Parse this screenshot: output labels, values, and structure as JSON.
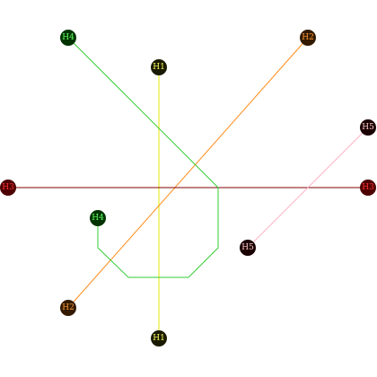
{
  "nodes": [
    {
      "id": "h1-top",
      "label": "H1",
      "fill": "#1a1a00",
      "text_color": "#ffff66"
    },
    {
      "id": "h1-bottom",
      "label": "H1",
      "fill": "#1a1a00",
      "text_color": "#ffff66"
    },
    {
      "id": "h2-top",
      "label": "H2",
      "fill": "#331a00",
      "text_color": "#ff9933"
    },
    {
      "id": "h2-bottom",
      "label": "H2",
      "fill": "#331a00",
      "text_color": "#ff9933"
    },
    {
      "id": "h3-left",
      "label": "H3",
      "fill": "#4d0000",
      "text_color": "#ff3333"
    },
    {
      "id": "h3-right",
      "label": "H3",
      "fill": "#4d0000",
      "text_color": "#ff3333"
    },
    {
      "id": "h4-top",
      "label": "H4",
      "fill": "#003300",
      "text_color": "#66ff66"
    },
    {
      "id": "h4-bottom",
      "label": "H4",
      "fill": "#003300",
      "text_color": "#66ff66"
    },
    {
      "id": "h5-top",
      "label": "H5",
      "fill": "#1a0000",
      "text_color": "#ffcccc"
    },
    {
      "id": "h5-bottom",
      "label": "H5",
      "fill": "#1a0000",
      "text_color": "#ffcccc"
    }
  ],
  "links": [
    {
      "id": "h1",
      "from": "h1-top",
      "to": "h1-bottom",
      "color": "#e6e600"
    },
    {
      "id": "h2",
      "from": "h2-top",
      "to": "h2-bottom",
      "color": "#ff8c1a"
    },
    {
      "id": "h3",
      "from": "h3-left",
      "to": "h3-right",
      "color": "#800000"
    },
    {
      "id": "h4",
      "from": "h4-top",
      "to": "h4-bottom",
      "color": "#33cc33"
    },
    {
      "id": "h5",
      "from": "h5-top",
      "to": "h5-bottom",
      "color": "#ffb3c6"
    }
  ]
}
